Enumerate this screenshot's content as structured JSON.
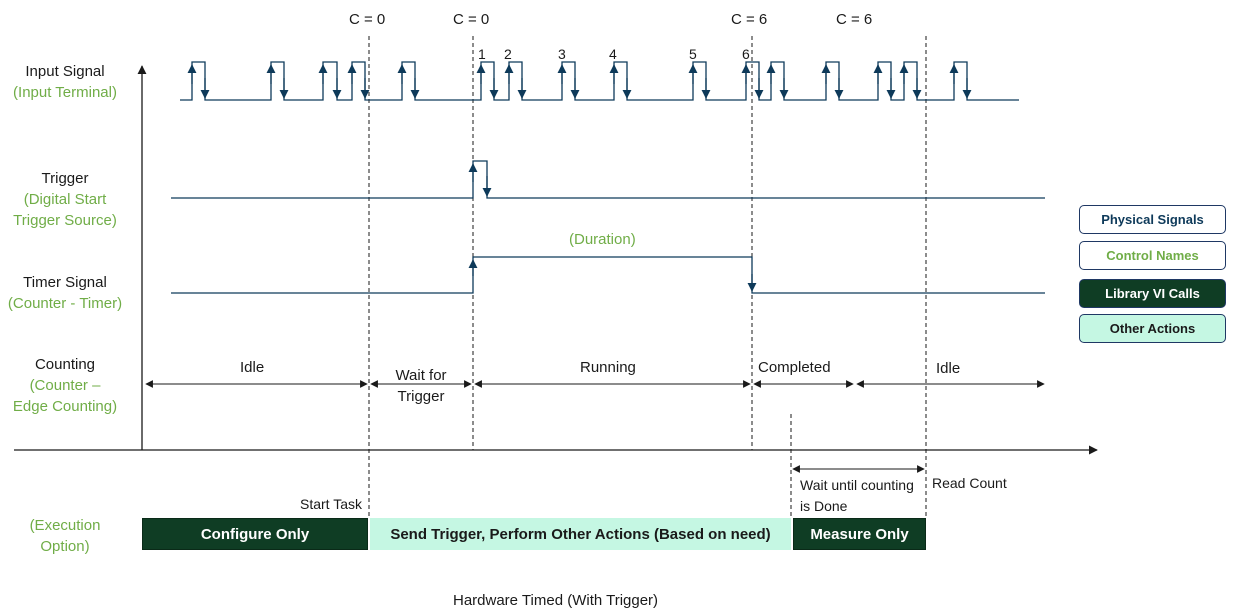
{
  "colors": {
    "physical": "#0e3a5a",
    "control": "#70ad47",
    "library": "#0f3d24",
    "other": "#c5f7e3",
    "line": "#1a1a1a"
  },
  "rows": {
    "input": {
      "line1": "Input Signal",
      "line2": "(Input Terminal)"
    },
    "trigger": {
      "line1": "Trigger",
      "line2": "(Digital Start",
      "line3": "Trigger Source)"
    },
    "timer": {
      "line1": "Timer Signal",
      "line2": "(Counter - Timer)"
    },
    "counting": {
      "line1": "Counting",
      "line2": "(Counter –",
      "line3": "Edge Counting)"
    },
    "execution": {
      "line1": "(Execution",
      "line2": "Option)"
    }
  },
  "count_markers": {
    "c1": "C = 0",
    "c2": "C = 0",
    "c3": "C = 6",
    "c4": "C = 6"
  },
  "pulse_numbers": [
    "1",
    "2",
    "3",
    "4",
    "5",
    "6"
  ],
  "states": {
    "idle1": "Idle",
    "wait_line1": "Wait for",
    "wait_line2": "Trigger",
    "running": "Running",
    "completed": "Completed",
    "idle2": "Idle"
  },
  "duration_label": "(Duration)",
  "execution": {
    "start_task": "Start Task",
    "configure": "Configure Only",
    "send": "Send Trigger, Perform Other Actions (Based on need)",
    "wait_line1": "Wait until counting",
    "wait_line2": "is Done",
    "read": "Read Count",
    "measure": "Measure Only"
  },
  "legend": {
    "physical": "Physical Signals",
    "control": "Control Names",
    "library": "Library VI Calls",
    "other": "Other Actions"
  },
  "caption": "Hardware Timed (With Trigger)"
}
